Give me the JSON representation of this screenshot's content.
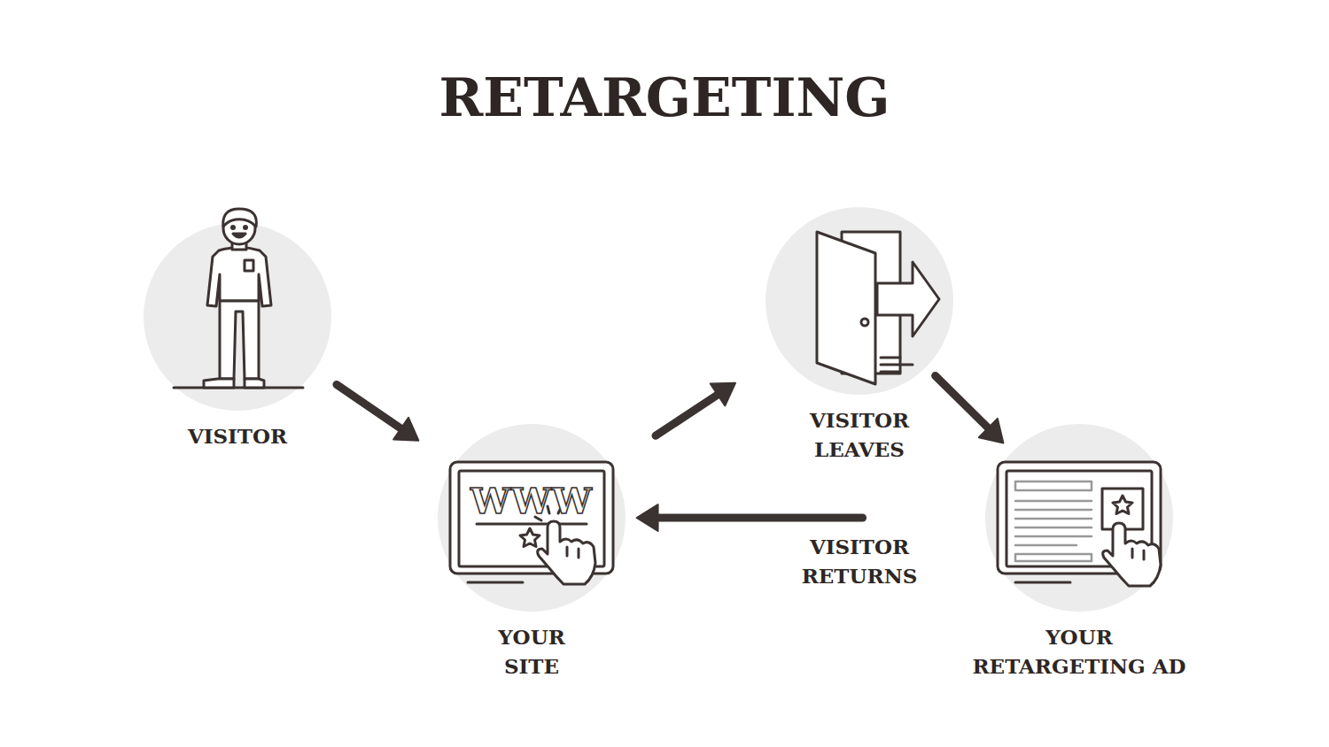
{
  "diagram": {
    "title": "RETARGETING",
    "nodes": [
      {
        "text": [
          "VISITOR"
        ]
      },
      {
        "text": [
          "YOUR SITE"
        ]
      },
      {
        "text": [
          "VISITOR LEAVES"
        ]
      },
      {
        "text": [
          "YOUR RETARGETING AD"
        ]
      }
    ],
    "edges": [
      {
        "from": 0,
        "to": 1,
        "arrow": "to"
      },
      {
        "from": 1,
        "to": 2,
        "arrow": "to"
      },
      {
        "from": 2,
        "to": 3,
        "arrow": "to"
      },
      {
        "from": 3,
        "to": 1,
        "label": "VISITOR RETURNS",
        "arrow": "to"
      }
    ],
    "labels": [
      "WWW"
    ]
  }
}
